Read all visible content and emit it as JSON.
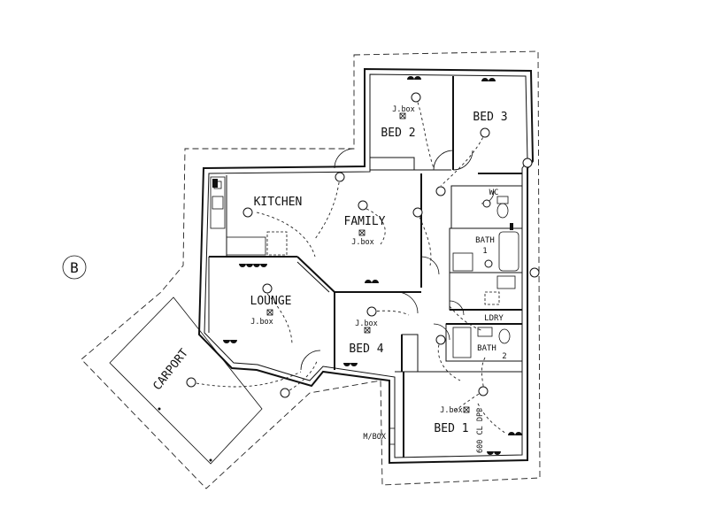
{
  "section_marker": "B",
  "rooms": {
    "kitchen": "KITCHEN",
    "family": "FAMILY",
    "lounge": "LOUNGE",
    "bed1": "BED 1",
    "bed2": "BED 2",
    "bed3": "BED 3",
    "bed4": "BED 4",
    "carport": "CARPORT",
    "wc": "WC",
    "bath1": "BATH",
    "bath1_num": "1",
    "bath2": "BATH",
    "bath2_num": "2",
    "ldry": "LDRY"
  },
  "annotations": {
    "jbox": "J.box",
    "mbox": "M/BOX",
    "dpp": "600 CL DPP"
  }
}
